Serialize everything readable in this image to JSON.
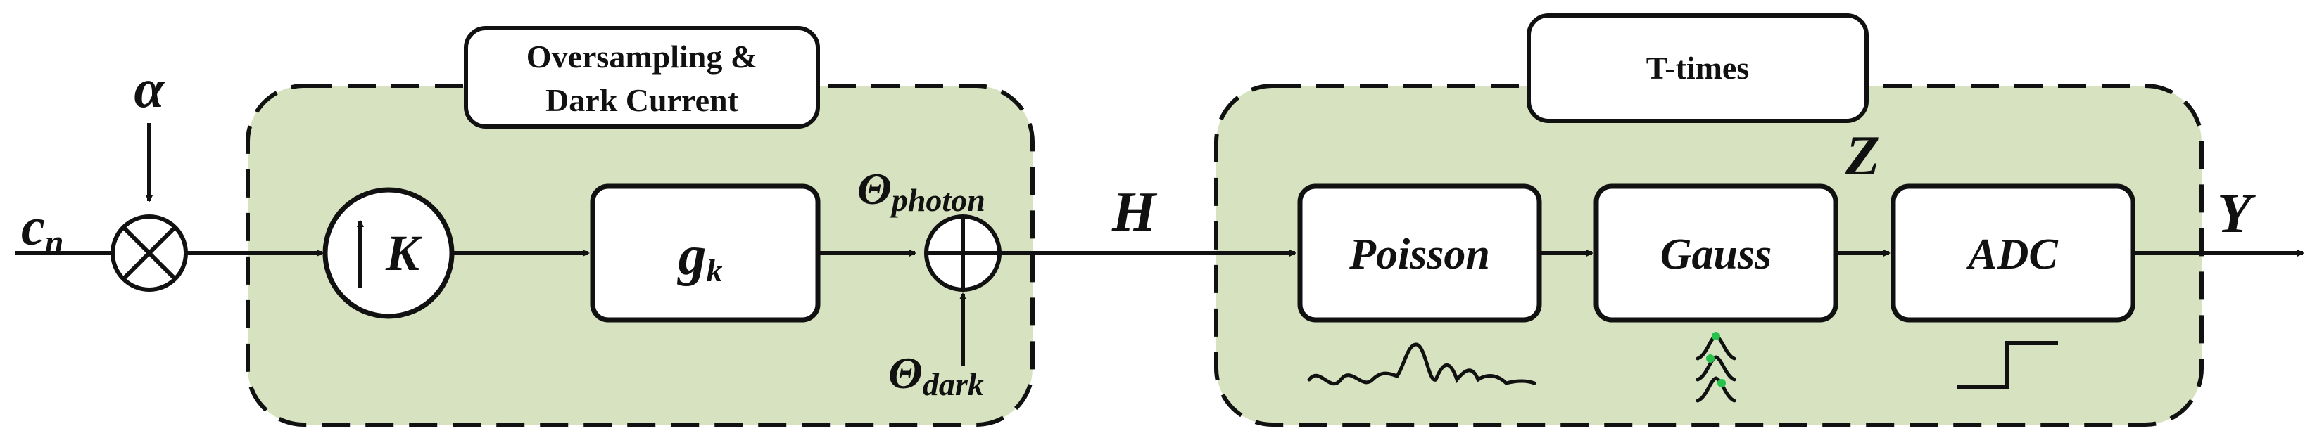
{
  "groups": {
    "left_title_line1": "Oversampling &",
    "left_title_line2": "Dark Current",
    "right_title": "T-times"
  },
  "inputs": {
    "c": "c",
    "c_sub": "n",
    "alpha": "α",
    "theta_photon": "Θ",
    "theta_photon_sub": "photon",
    "theta_dark": "Θ",
    "theta_dark_sub": "dark"
  },
  "blocks": {
    "upsample_k": "K",
    "g": "g",
    "g_sub": "k",
    "poisson": "Poisson",
    "gauss": "Gauss",
    "adc": "ADC"
  },
  "signals": {
    "h": "H",
    "z": "Z",
    "y": "Y"
  },
  "colors": {
    "group_fill": "#d7e3c0",
    "stroke": "#111111",
    "dot_accent": "#27c24c"
  }
}
